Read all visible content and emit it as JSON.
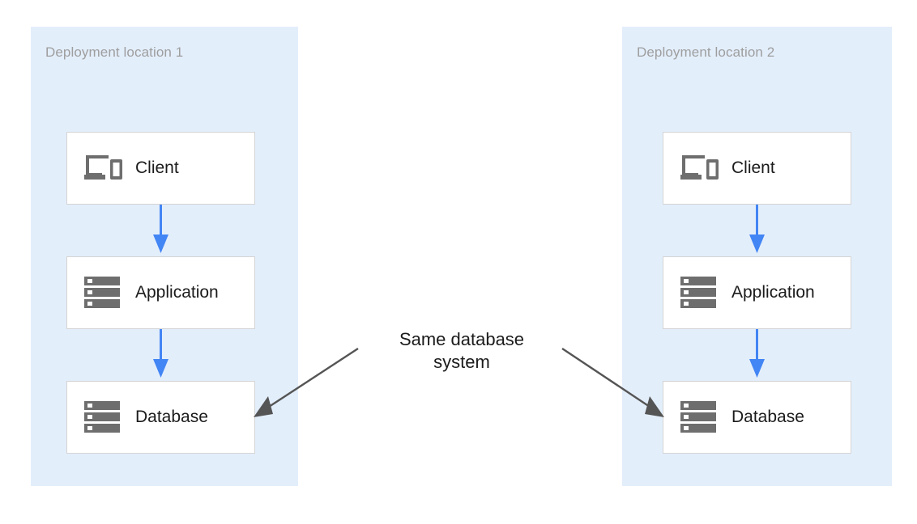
{
  "diagram": {
    "background_color": "#ffffff",
    "zone_color": "#e3eefb",
    "flow_arrow_color": "#4285f4",
    "annotation_arrow_color": "#555555",
    "icon_color": "#6e6e6e",
    "box_border_color": "#d4d4d4",
    "zone_title_color": "#9e9e9e",
    "label_color": "#1b1b1b"
  },
  "zones": [
    {
      "title": "Deployment location 1",
      "nodes": [
        {
          "label": "Client",
          "icon": "devices-icon"
        },
        {
          "label": "Application",
          "icon": "server-rack-icon"
        },
        {
          "label": "Database",
          "icon": "server-rack-icon"
        }
      ],
      "flows": [
        {
          "from": "Client",
          "to": "Application"
        },
        {
          "from": "Application",
          "to": "Database"
        }
      ]
    },
    {
      "title": "Deployment location 2",
      "nodes": [
        {
          "label": "Client",
          "icon": "devices-icon"
        },
        {
          "label": "Application",
          "icon": "server-rack-icon"
        },
        {
          "label": "Database",
          "icon": "server-rack-icon"
        }
      ],
      "flows": [
        {
          "from": "Client",
          "to": "Application"
        },
        {
          "from": "Application",
          "to": "Database"
        }
      ]
    }
  ],
  "annotation": {
    "line1": "Same database",
    "line2": "system",
    "points_to": [
      "Database",
      "Database"
    ]
  }
}
